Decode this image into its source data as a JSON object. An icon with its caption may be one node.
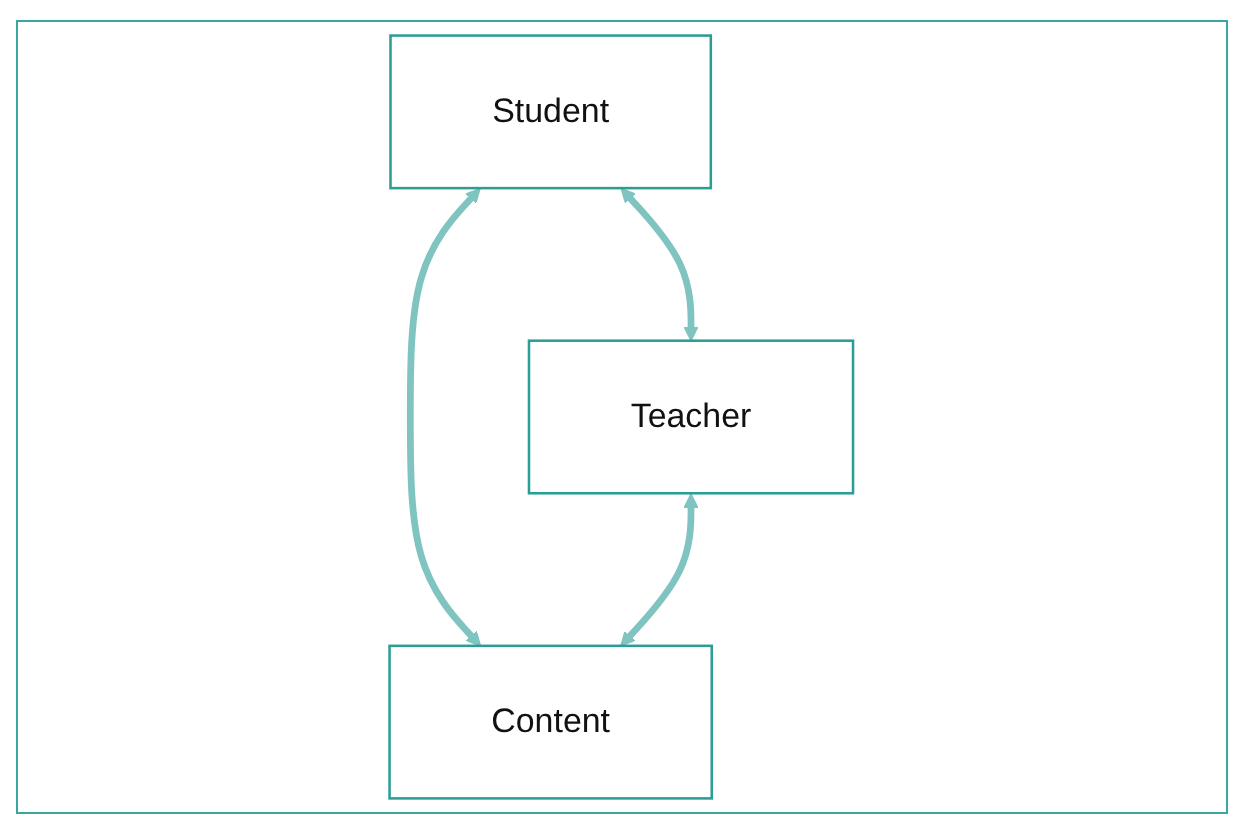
{
  "diagram": {
    "nodes": [
      {
        "text": [
          "Student"
        ]
      },
      {
        "text": [
          "Teacher"
        ]
      },
      {
        "text": [
          "Content"
        ]
      }
    ],
    "edges": [
      {
        "from": 0,
        "to": 1,
        "arrow": "both"
      },
      {
        "from": 0,
        "to": 2,
        "arrow": "both"
      },
      {
        "from": 1,
        "to": 2,
        "arrow": "both"
      }
    ]
  }
}
